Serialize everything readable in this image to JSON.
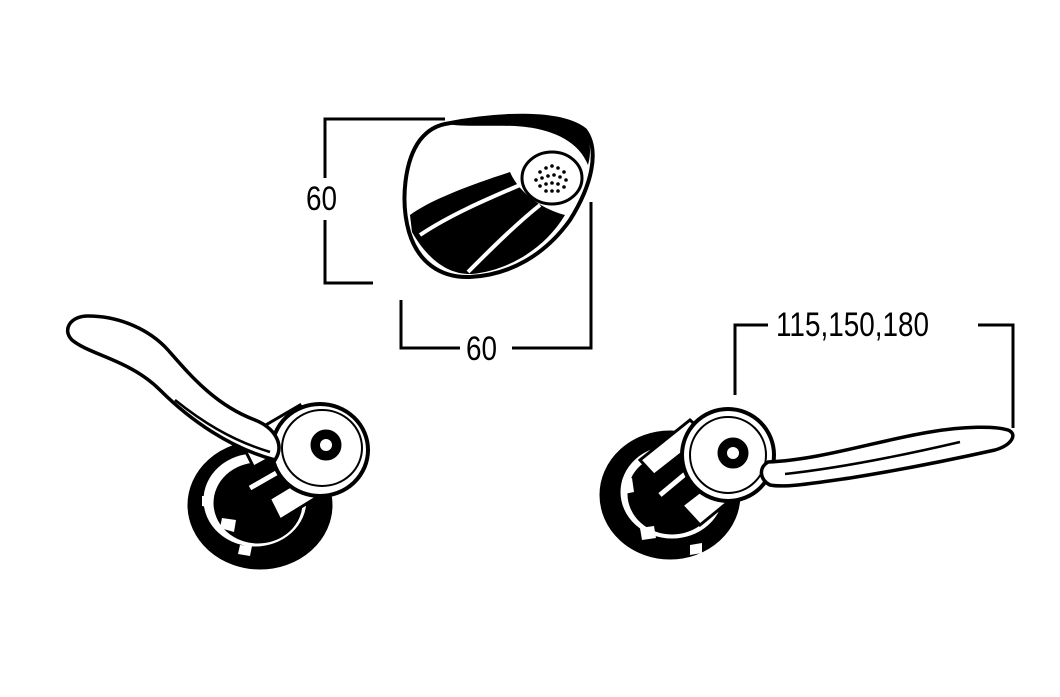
{
  "drawing": {
    "ink_color": "#000000",
    "paper_color": "#ffffff",
    "dimensions": {
      "head_height": "60",
      "head_width": "60",
      "lever_length": "115,150,180"
    },
    "components": [
      {
        "name": "shower rose head",
        "view": "angled"
      },
      {
        "name": "tap handle left",
        "view": "angled"
      },
      {
        "name": "tap handle right",
        "view": "angled"
      }
    ]
  }
}
